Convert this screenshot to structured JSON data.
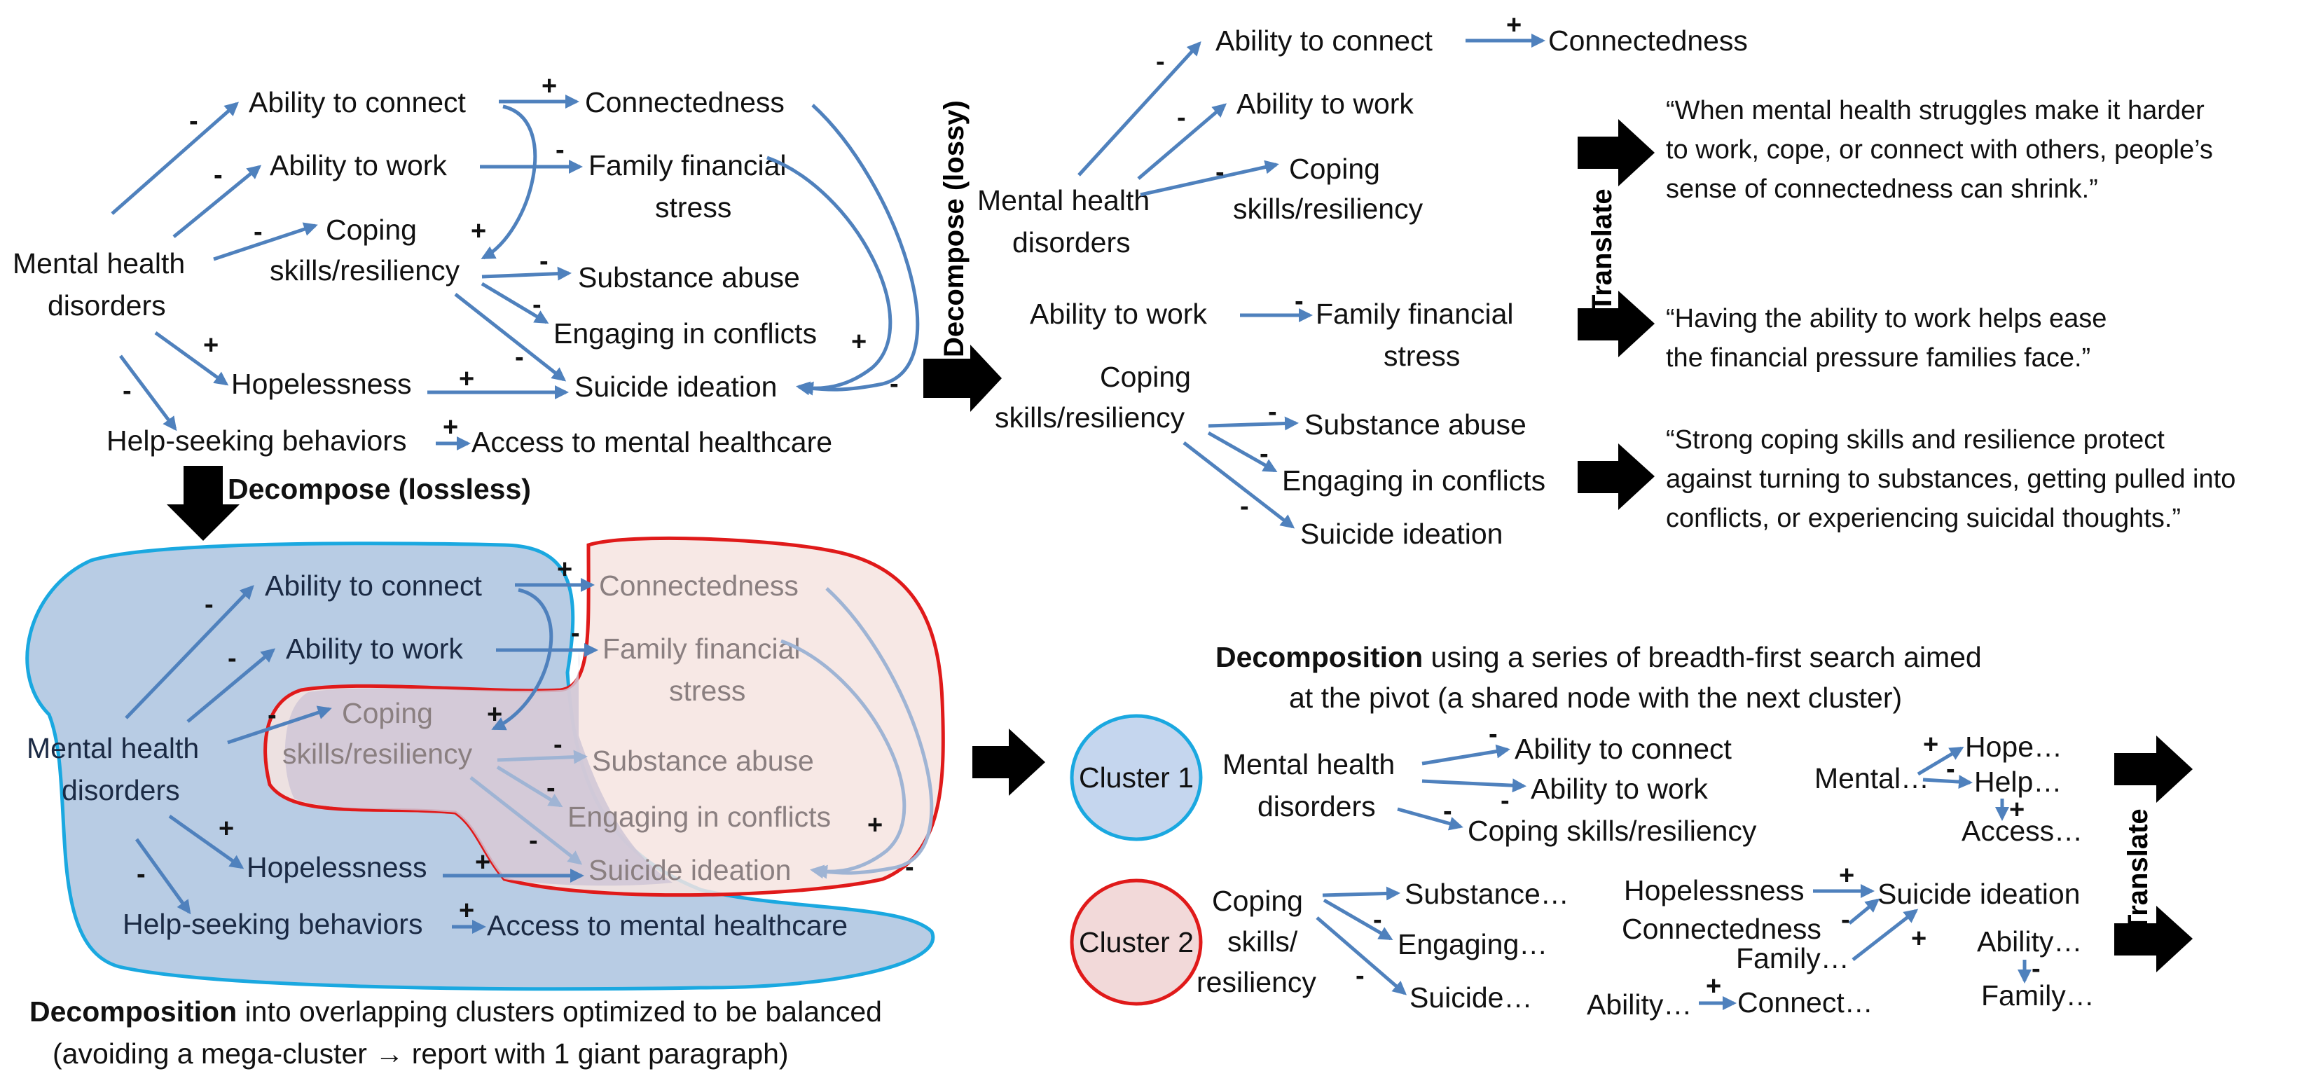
{
  "full_graph": {
    "nodes": {
      "mental_health": [
        "Mental health",
        "disorders"
      ],
      "ability_connect": "Ability to connect",
      "ability_work": "Ability to work",
      "coping": [
        "Coping",
        "skills/resiliency"
      ],
      "hopelessness": "Hopelessness",
      "help_seeking": "Help-seeking behaviors",
      "connectedness": "Connectedness",
      "family_stress": [
        "Family financial",
        "stress"
      ],
      "substance": "Substance abuse",
      "conflicts": "Engaging in conflicts",
      "suicide": "Suicide ideation",
      "access": "Access to mental healthcare"
    },
    "signs": {
      "mh_connect": "-",
      "mh_work": "-",
      "mh_coping": "-",
      "mh_hope": "+",
      "mh_help": "-",
      "connect_conn": "+",
      "connect_coping": "+",
      "work_family": "-",
      "coping_sub": "-",
      "coping_conf": "-",
      "coping_sui": "-",
      "hope_sui": "+",
      "family_sui": "+",
      "conn_sui": "-",
      "help_access": "+"
    }
  },
  "labels": {
    "decompose_lossless": "Decompose (lossless)",
    "decompose_lossy": "Decompose (lossy)",
    "translate": "Translate",
    "bfs_bold": "Decomposition",
    "bfs_rest_1": " using a series of breadth-first search aimed",
    "bfs_line_2": "at the pivot (a shared node with the next cluster)",
    "bottom_bold": "Decomposition",
    "bottom_rest_1": " into overlapping clusters optimized to be balanced",
    "bottom_line_2": "(avoiding a mega-cluster → report with 1 giant paragraph)"
  },
  "lossy": {
    "nodes": {
      "mh": [
        "Mental health",
        "disorders"
      ],
      "connect": "Ability to connect",
      "work": "Ability to work",
      "coping": [
        "Coping",
        "skills/resiliency"
      ],
      "connectedness": "Connectedness",
      "work2": "Ability to work",
      "family": [
        "Family financial",
        "stress"
      ],
      "coping2": [
        "Coping",
        "skills/resiliency"
      ],
      "substance": "Substance abuse",
      "conflicts": "Engaging in conflicts",
      "suicide": "Suicide ideation"
    },
    "quotes": {
      "q1": [
        "“When mental health struggles make it harder",
        "to work, cope, or connect with others, people’s",
        "sense of connectedness can shrink.”"
      ],
      "q2": [
        "“Having the ability to work helps ease",
        "the financial pressure families face.”"
      ],
      "q3": [
        "“Strong coping skills and resilience protect",
        "against turning to substances, getting pulled into",
        "conflicts, or experiencing suicidal thoughts.”"
      ]
    }
  },
  "clusters": {
    "cluster1": {
      "label": "Cluster 1",
      "color": "#c5d6ee",
      "nodes": {
        "mh": [
          "Mental health",
          "disorders"
        ],
        "connect": "Ability to connect",
        "work": "Ability to work",
        "coping": "Coping skills/resiliency",
        "mental_short": "Mental…",
        "hope_short": "Hope…",
        "help_short": "Help…",
        "access_short": "Access…"
      }
    },
    "cluster2": {
      "label": "Cluster 2",
      "color": "#f2d9d9",
      "nodes": {
        "coping": [
          "Coping",
          "skills/",
          "resiliency"
        ],
        "substance_short": "Substance…",
        "engaging_short": "Engaging…",
        "suicide_short": "Suicide…",
        "hopelessness": "Hopelessness",
        "connectedness": "Connectedness",
        "family_short": "Family…",
        "suicide": "Suicide ideation",
        "ability_short": "Ability…",
        "connect_short": "Connect…",
        "ability_short_2": "Ability…",
        "family_short_2": "Family…"
      }
    }
  },
  "colors": {
    "edge": "#4f81bd",
    "cluster_blue_border": "#1aa8e0",
    "cluster_red_border": "#e01a1a",
    "cluster_blue_fill": "#b8cce4",
    "cluster_red_fill": "#f6e4e0"
  }
}
